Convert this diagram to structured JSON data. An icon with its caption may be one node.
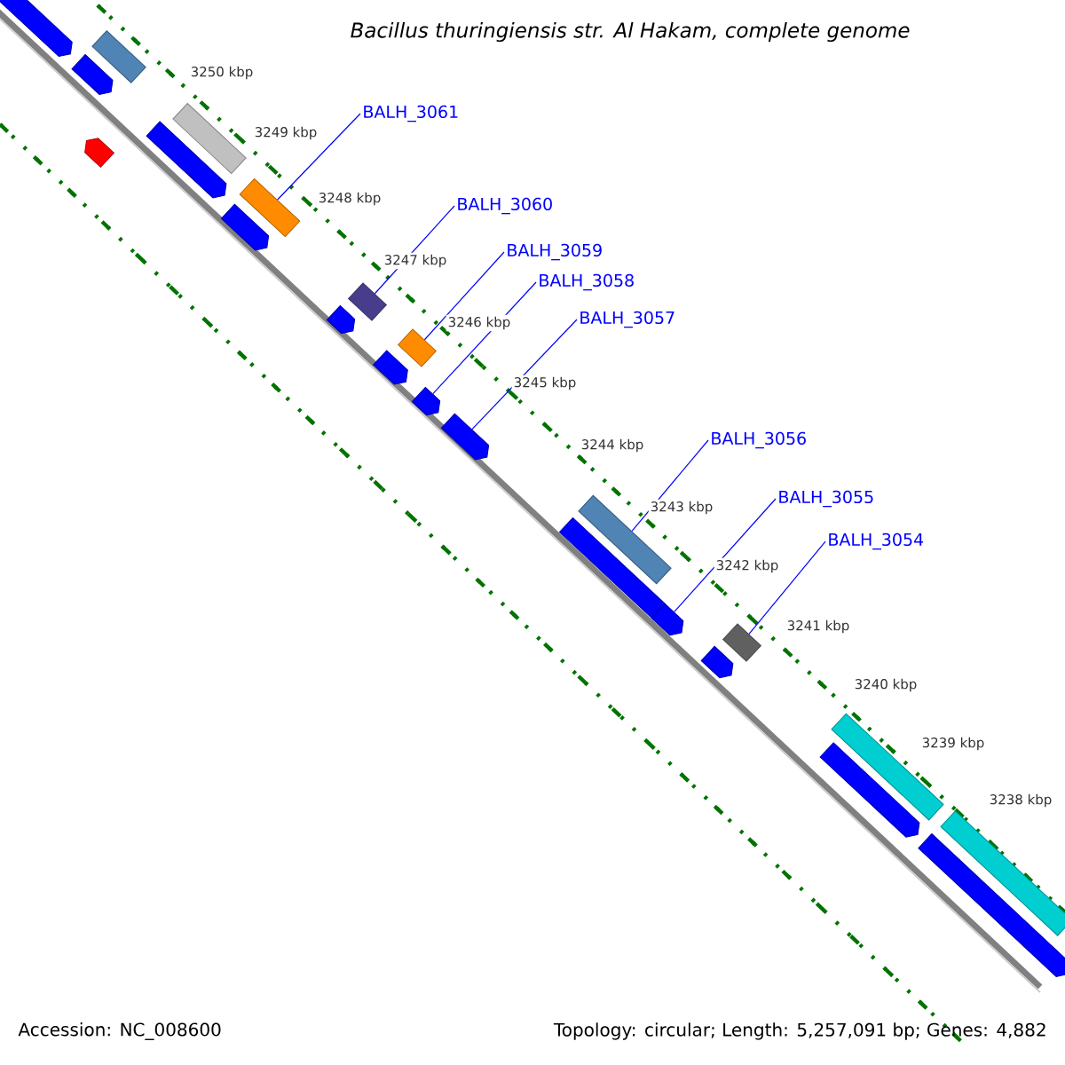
{
  "diagram": {
    "title": "Bacillus thuringiensis str. Al Hakam, complete genome",
    "nodes": [
      {
        "text": [
          "BALH_3061"
        ]
      },
      {
        "text": [
          "BALH_3060"
        ]
      },
      {
        "text": [
          "BALH_3059"
        ]
      },
      {
        "text": [
          "BALH_3058"
        ]
      },
      {
        "text": [
          "BALH_3057"
        ]
      },
      {
        "text": [
          "BALH_3056"
        ]
      },
      {
        "text": [
          "BALH_3055"
        ]
      },
      {
        "text": [
          "BALH_3054"
        ]
      },
      {
        "text": [],
        "shape": "pentagon"
      },
      {
        "text": [],
        "shape": "pentagon"
      },
      {
        "text": [],
        "shape": "pentagon"
      },
      {
        "text": [],
        "shape": "bar"
      },
      {
        "text": [],
        "shape": "pentagon"
      },
      {
        "text": [],
        "shape": "bar"
      },
      {
        "text": [],
        "shape": "pentagon"
      },
      {
        "text": [],
        "shape": "bar"
      },
      {
        "text": [],
        "shape": "pentagon"
      },
      {
        "text": [],
        "shape": "bar"
      },
      {
        "text": [],
        "shape": "pentagon"
      },
      {
        "text": [],
        "shape": "bar"
      },
      {
        "text": [],
        "shape": "pentagon"
      },
      {
        "text": [],
        "shape": "pentagon"
      },
      {
        "text": [],
        "shape": "pentagon"
      },
      {
        "text": [],
        "shape": "bar"
      },
      {
        "text": [],
        "shape": "pentagon"
      },
      {
        "text": [],
        "shape": "pentagon"
      },
      {
        "text": [],
        "shape": "bar"
      },
      {
        "text": [],
        "shape": "pentagon"
      },
      {
        "text": [],
        "shape": "bar"
      },
      {
        "text": [],
        "shape": "pentagon"
      },
      {
        "text": [],
        "shape": "bar"
      }
    ],
    "edges": [
      {
        "from": 0,
        "to": 15,
        "arrow": "none"
      },
      {
        "from": 1,
        "to": 17,
        "arrow": "none"
      },
      {
        "from": 2,
        "to": 19,
        "arrow": "none"
      },
      {
        "from": 3,
        "to": 20,
        "arrow": "none"
      },
      {
        "from": 4,
        "to": 21,
        "arrow": "none"
      },
      {
        "from": 5,
        "to": 23,
        "arrow": "none"
      },
      {
        "from": 6,
        "to": 24,
        "arrow": "none"
      },
      {
        "from": 7,
        "to": 26,
        "arrow": "none"
      }
    ],
    "labels": [
      "3250 kbp",
      "3249 kbp",
      "3248 kbp",
      "3247 kbp",
      "3246 kbp",
      "3245 kbp",
      "3244 kbp",
      "3243 kbp",
      "3242 kbp",
      "3241 kbp",
      "3240 kbp",
      "3239 kbp",
      "3238 kbp",
      "Accession: NC_008600",
      "Topology: circular; Length: 5,257,091 bp; Genes: 4,882"
    ]
  }
}
